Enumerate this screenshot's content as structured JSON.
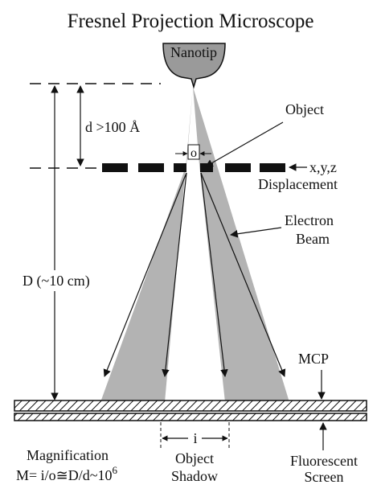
{
  "diagram": {
    "title": "Fresnel Projection Microscope",
    "labels": {
      "nanotip": "Nanotip",
      "object": "Object",
      "distance_d": "d >100 Å",
      "distance_D": "D  (~10 cm)",
      "o_label": "o",
      "xyz": "x,y,z",
      "displacement": "Displacement",
      "electron": "Electron",
      "beam": "Beam",
      "mcp": "MCP",
      "i_label": "i",
      "object_line1": "Object",
      "shadow_line2": "Shadow",
      "fluorescent": "Fluorescent",
      "screen": "Screen",
      "magnification": "Magnification",
      "formula_prefix": "M= i/o≅D/d~10",
      "formula_exp": "6"
    }
  },
  "colors": {
    "ink": "#111111",
    "beam": "#b3b3b3",
    "tip": "#9a9a9a",
    "background": "#ffffff"
  }
}
